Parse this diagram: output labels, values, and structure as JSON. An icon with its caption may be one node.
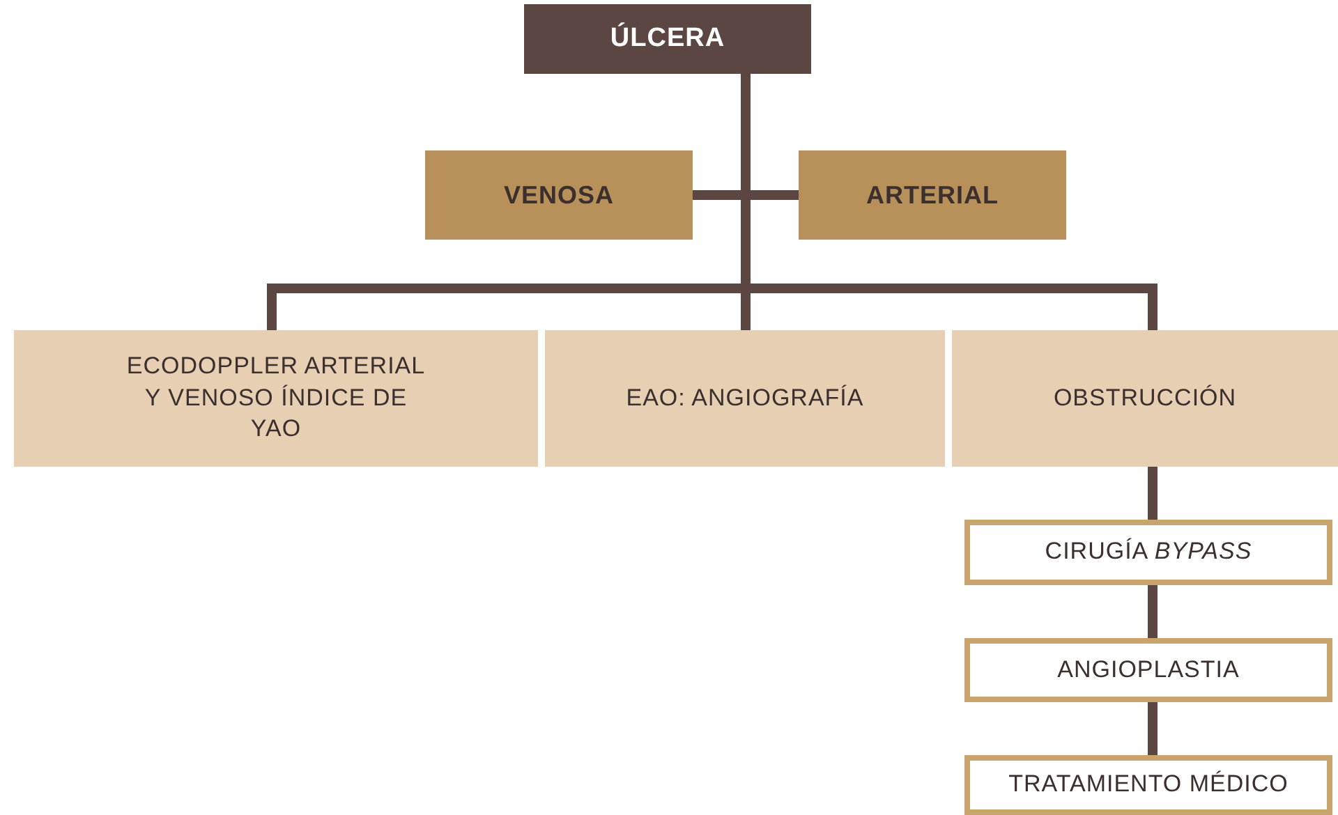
{
  "diagram": {
    "nodes": [
      {
        "text": [
          "ÚLCERA"
        ]
      },
      {
        "text": [
          "VENOSA"
        ]
      },
      {
        "text": [
          "ARTERIAL"
        ]
      },
      {
        "text": [
          "ECODOPPLER ARTERIAL Y VENOSO ÍNDICE DE YAO"
        ]
      },
      {
        "text": [
          "EAO: ANGIOGRAFÍA"
        ]
      },
      {
        "text": [
          "OBSTRUCCIÓN"
        ]
      },
      {
        "text": [
          "CIRUGÍA *BYPASS*"
        ]
      },
      {
        "text": [
          "ANGIOPLASTIA"
        ]
      },
      {
        "text": [
          "TRATAMIENTO MÉDICO"
        ]
      }
    ],
    "edges": [
      {
        "from": 0,
        "to": 1,
        "arrow": "none"
      },
      {
        "from": 0,
        "to": 2,
        "arrow": "none"
      },
      {
        "from": 0,
        "to": 3,
        "arrow": "none"
      },
      {
        "from": 0,
        "to": 4,
        "arrow": "none"
      },
      {
        "from": 0,
        "to": 5,
        "arrow": "none"
      },
      {
        "from": 5,
        "to": 6,
        "arrow": "none"
      },
      {
        "from": 6,
        "to": 7,
        "arrow": "none"
      },
      {
        "from": 7,
        "to": 8,
        "arrow": "none"
      }
    ]
  }
}
